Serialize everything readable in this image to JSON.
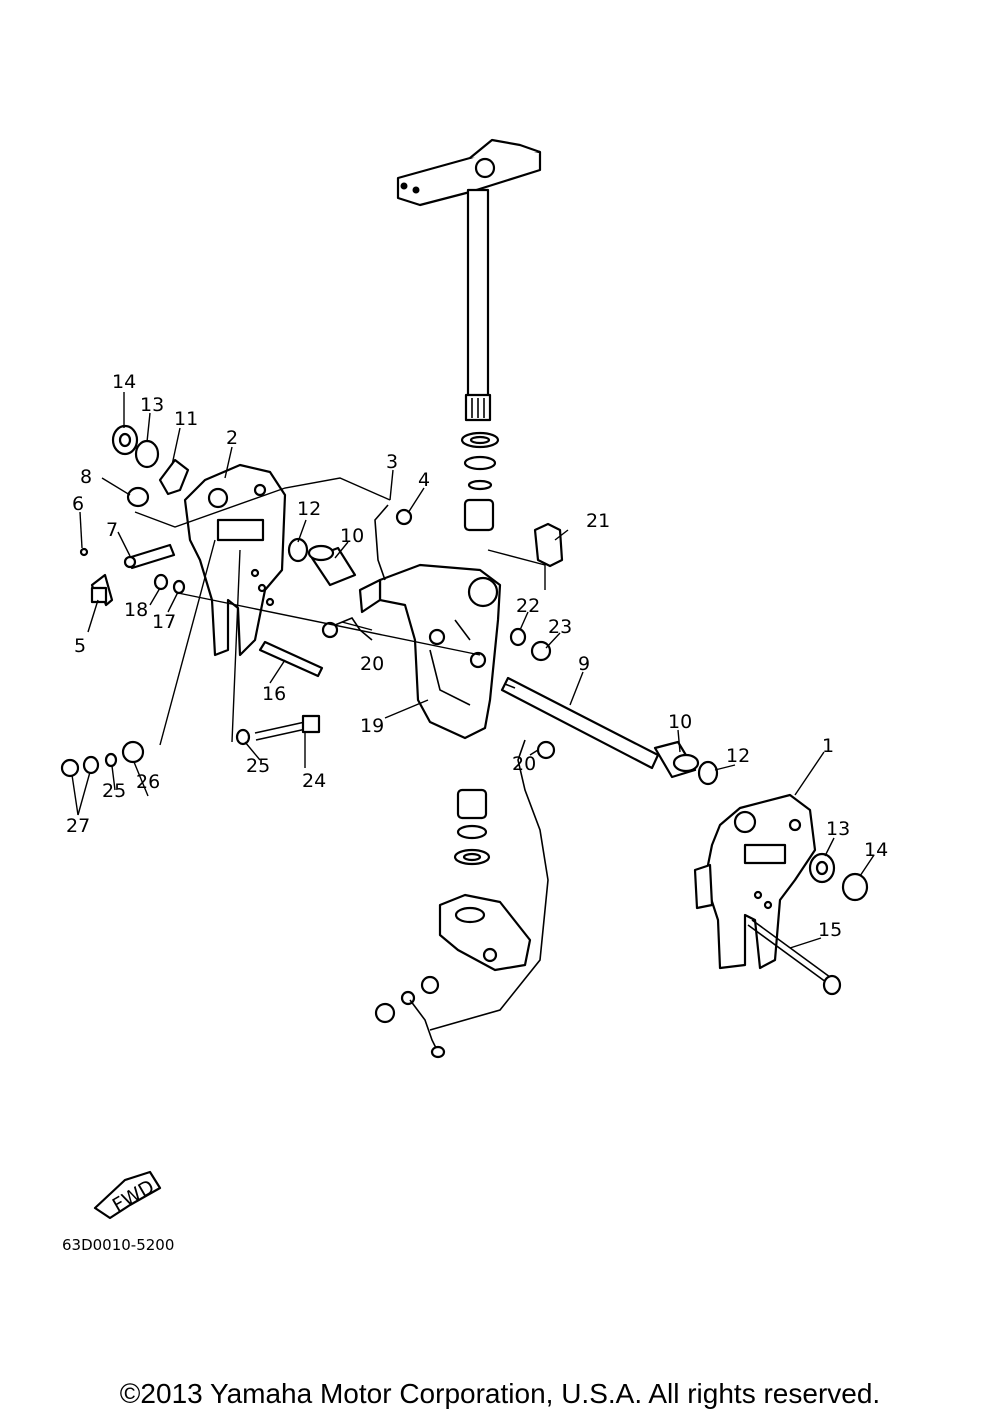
{
  "callouts": [
    {
      "id": "c1",
      "label": "1"
    },
    {
      "id": "c2",
      "label": "2"
    },
    {
      "id": "c3",
      "label": "3"
    },
    {
      "id": "c4",
      "label": "4"
    },
    {
      "id": "c5",
      "label": "5"
    },
    {
      "id": "c6",
      "label": "6"
    },
    {
      "id": "c7",
      "label": "7"
    },
    {
      "id": "c8",
      "label": "8"
    },
    {
      "id": "c9",
      "label": "9"
    },
    {
      "id": "c10a",
      "label": "10"
    },
    {
      "id": "c10b",
      "label": "10"
    },
    {
      "id": "c11",
      "label": "11"
    },
    {
      "id": "c12a",
      "label": "12"
    },
    {
      "id": "c12b",
      "label": "12"
    },
    {
      "id": "c13a",
      "label": "13"
    },
    {
      "id": "c13b",
      "label": "13"
    },
    {
      "id": "c14a",
      "label": "14"
    },
    {
      "id": "c14b",
      "label": "14"
    },
    {
      "id": "c15",
      "label": "15"
    },
    {
      "id": "c16",
      "label": "16"
    },
    {
      "id": "c17",
      "label": "17"
    },
    {
      "id": "c18",
      "label": "18"
    },
    {
      "id": "c19",
      "label": "19"
    },
    {
      "id": "c20a",
      "label": "20"
    },
    {
      "id": "c20b",
      "label": "20"
    },
    {
      "id": "c21",
      "label": "21"
    },
    {
      "id": "c22",
      "label": "22"
    },
    {
      "id": "c23",
      "label": "23"
    },
    {
      "id": "c24",
      "label": "24"
    },
    {
      "id": "c25a",
      "label": "25"
    },
    {
      "id": "c25b",
      "label": "25"
    },
    {
      "id": "c26",
      "label": "26"
    },
    {
      "id": "c27",
      "label": "27"
    }
  ],
  "fwd_label": "FWD",
  "diagram_code": "63D0010-5200",
  "copyright": "©2013 Yamaha Motor Corporation, U.S.A. All rights reserved."
}
